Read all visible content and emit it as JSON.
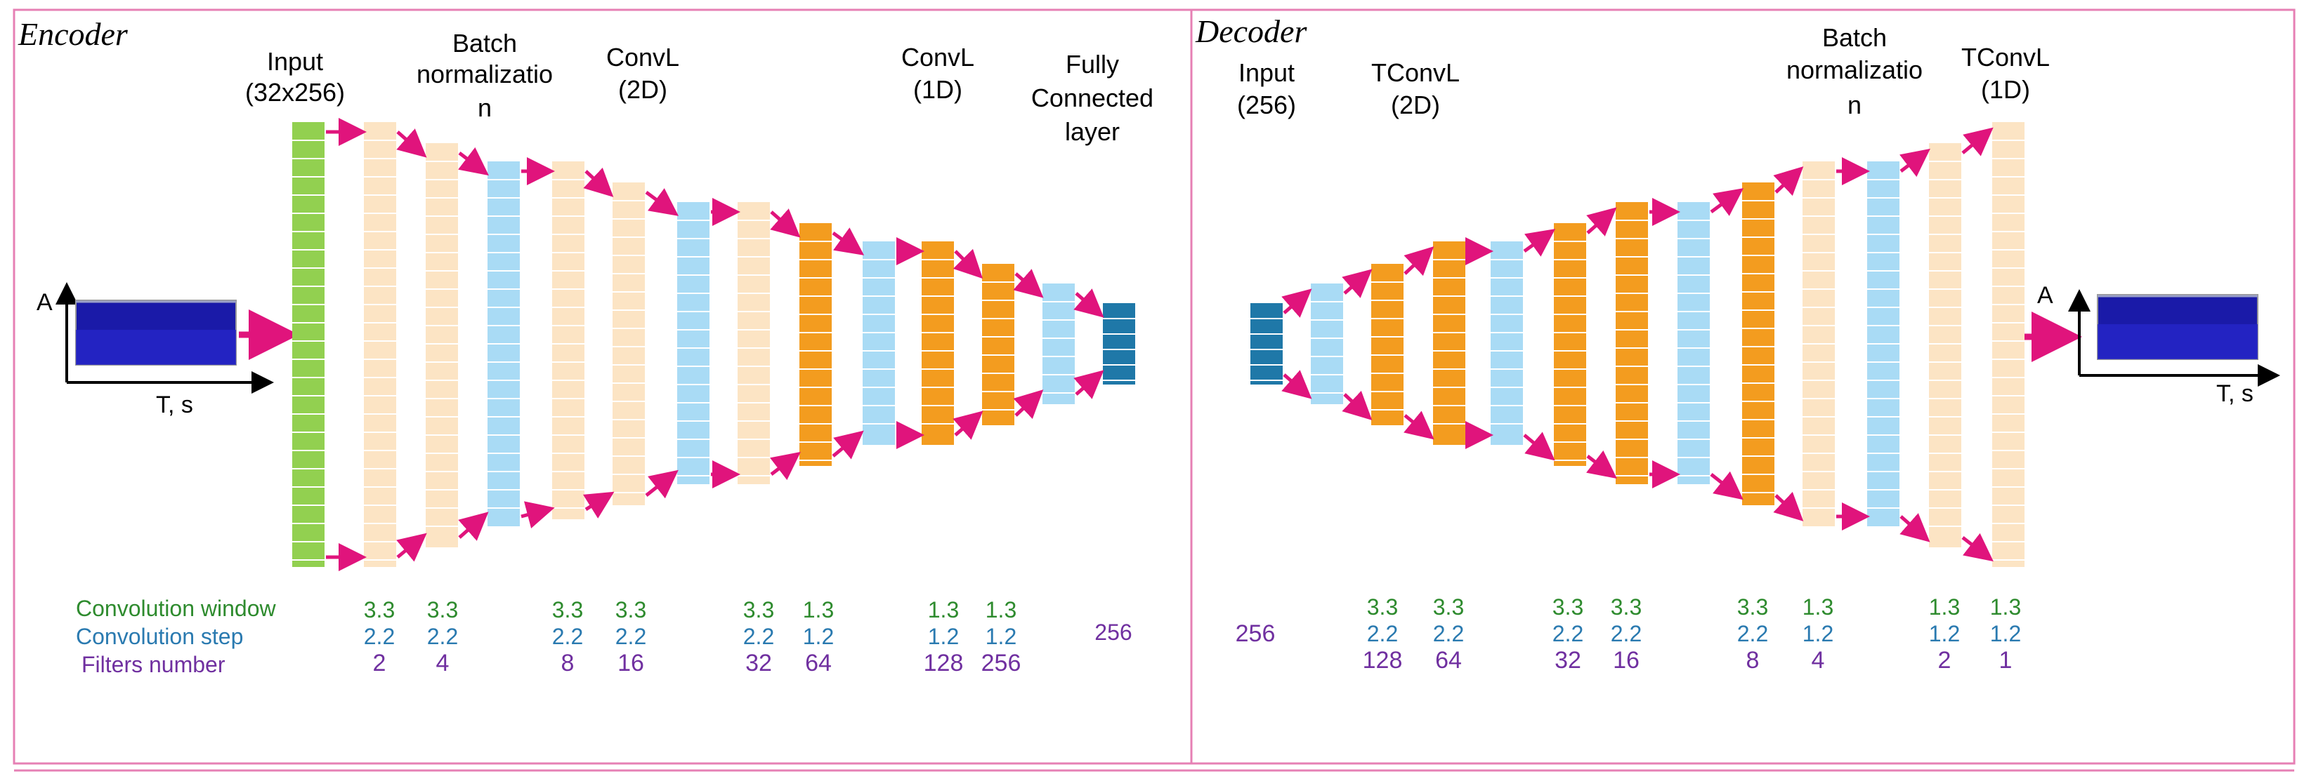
{
  "colors": {
    "frame": "#e680b4",
    "arrow": "#e0147c",
    "green_layer": "#92d050",
    "peach_layer": "#fce4c4",
    "blue_layer": "#a9dbf5",
    "orange_layer": "#f39c1f",
    "dark_blue_layer": "#1f78a8",
    "text_green": "#2e8b2e",
    "text_blue": "#2a7ab0",
    "text_purple": "#7030a0",
    "spectrogram": "#1a1aa8"
  },
  "encoder": {
    "title": "Encoder",
    "headers": {
      "input": [
        "Input",
        "(32x256)"
      ],
      "batch_norm": [
        "Batch",
        "normalizatio",
        "n"
      ],
      "conv2d": [
        "ConvL",
        "(2D)"
      ],
      "conv1d": [
        "ConvL",
        "(1D)"
      ],
      "fc": [
        "Fully",
        "Connected",
        "layer"
      ]
    },
    "axis": {
      "y": "A",
      "x": "T, s"
    },
    "row_labels": [
      "Convolution window",
      "Convolution step",
      "Filters number"
    ],
    "params": [
      {
        "window": "3.3",
        "step": "2.2",
        "filters": "2"
      },
      {
        "window": "3.3",
        "step": "2.2",
        "filters": "4"
      },
      {
        "window": "3.3",
        "step": "2.2",
        "filters": "8"
      },
      {
        "window": "3.3",
        "step": "2.2",
        "filters": "16"
      },
      {
        "window": "3.3",
        "step": "2.2",
        "filters": "32"
      },
      {
        "window": "1.3",
        "step": "1.2",
        "filters": "64"
      },
      {
        "window": "1.3",
        "step": "1.2",
        "filters": "128"
      },
      {
        "window": "1.3",
        "step": "1.2",
        "filters": "256"
      }
    ],
    "fc_value": "256"
  },
  "decoder": {
    "title": "Decoder",
    "headers": {
      "input": [
        "Input",
        "(256)"
      ],
      "tconv2d": [
        "TConvL",
        "(2D)"
      ],
      "batch_norm": [
        "Batch",
        "normalizatio",
        "n"
      ],
      "tconv1d": [
        "TConvL",
        "(1D)"
      ]
    },
    "axis": {
      "y": "A",
      "x": "T, s"
    },
    "input_value": "256",
    "params": [
      {
        "window": "3.3",
        "step": "2.2",
        "filters": "128"
      },
      {
        "window": "3.3",
        "step": "2.2",
        "filters": "64"
      },
      {
        "window": "3.3",
        "step": "2.2",
        "filters": "32"
      },
      {
        "window": "3.3",
        "step": "2.2",
        "filters": "16"
      },
      {
        "window": "3.3",
        "step": "2.2",
        "filters": "8"
      },
      {
        "window": "1.3",
        "step": "1.2",
        "filters": "4"
      },
      {
        "window": "1.3",
        "step": "1.2",
        "filters": "2"
      },
      {
        "window": "1.3",
        "step": "1.2",
        "filters": "1"
      }
    ]
  },
  "encoder_layers": [
    "green",
    "peach",
    "peach",
    "blue",
    "peach",
    "peach",
    "blue",
    "peach",
    "orange",
    "blue",
    "orange",
    "orange",
    "blue",
    "dark"
  ],
  "decoder_layers": [
    "dark",
    "blue",
    "orange",
    "orange",
    "blue",
    "orange",
    "orange",
    "blue",
    "orange",
    "peach",
    "blue",
    "peach",
    "peach"
  ]
}
